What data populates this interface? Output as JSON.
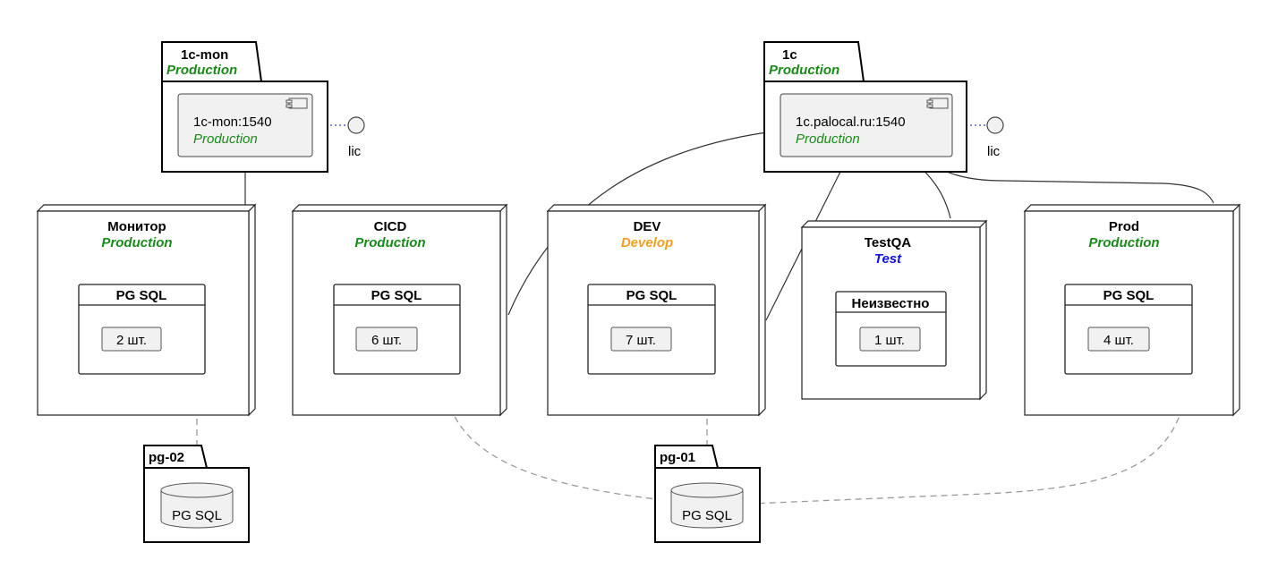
{
  "colors": {
    "production": "#1a8a1a",
    "develop": "#f0a020",
    "test": "#1010e8",
    "default": "#000000"
  },
  "servers": [
    {
      "id": "1c-mon",
      "title": "1c-mon",
      "env": "Production",
      "component": {
        "name": "1c-mon:1540",
        "env": "Production"
      },
      "interface": "lic"
    },
    {
      "id": "1c",
      "title": "1c",
      "env": "Production",
      "component": {
        "name": "1c.palocal.ru:1540",
        "env": "Production"
      },
      "interface": "lic"
    }
  ],
  "clusters": [
    {
      "id": "monitor",
      "title": "Монитор",
      "env": "Production",
      "env_color": "production",
      "db_type": "PG SQL",
      "count": "2 шт.",
      "count_color": "production"
    },
    {
      "id": "cicd",
      "title": "CICD",
      "env": "Production",
      "env_color": "production",
      "db_type": "PG SQL",
      "count": "6 шт.",
      "count_color": "production"
    },
    {
      "id": "dev",
      "title": "DEV",
      "env": "Develop",
      "env_color": "develop",
      "db_type": "PG SQL",
      "count": "7 шт.",
      "count_color": "develop"
    },
    {
      "id": "testqa",
      "title": "TestQA",
      "env": "Test",
      "env_color": "test",
      "db_type": "Неизвестно",
      "count": "1 шт.",
      "count_color": "default"
    },
    {
      "id": "prod",
      "title": "Prod",
      "env": "Production",
      "env_color": "production",
      "db_type": "PG SQL",
      "count": "4 шт.",
      "count_color": "production"
    }
  ],
  "db_servers": [
    {
      "id": "pg-02",
      "title": "pg-02",
      "db": "PG SQL"
    },
    {
      "id": "pg-01",
      "title": "pg-01",
      "db": "PG SQL"
    }
  ]
}
